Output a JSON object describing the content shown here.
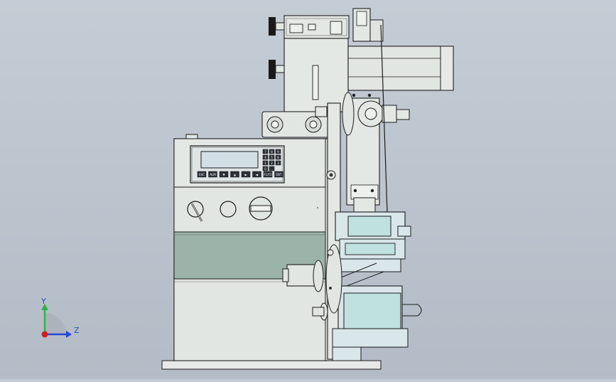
{
  "viewport": {
    "background_top": "#c4ccd5",
    "background_bottom": "#b3bcc6"
  },
  "model": {
    "body_color": "#e2e6e3",
    "band_color": "#9cb3aa",
    "part_color": "#d9e6ea",
    "cyan_color": "#bfe1e0",
    "line_color": "#1c1c1c",
    "display_color": "#d2e0e6"
  },
  "control_panel": {
    "keypad_keys": [
      "7",
      "8",
      "9",
      "4",
      "5",
      "6",
      "1",
      "2",
      "3",
      "0",
      "."
    ],
    "function_keys": [
      "ESC",
      "ALM",
      "▼",
      "▲",
      "▶",
      "◀",
      "F1/F2",
      "ENT"
    ]
  },
  "triad": {
    "y_label": "Y",
    "z_label": "Z",
    "y_color": "#2fb24a",
    "z_color": "#2447d8",
    "origin_color": "#d11f1f"
  }
}
